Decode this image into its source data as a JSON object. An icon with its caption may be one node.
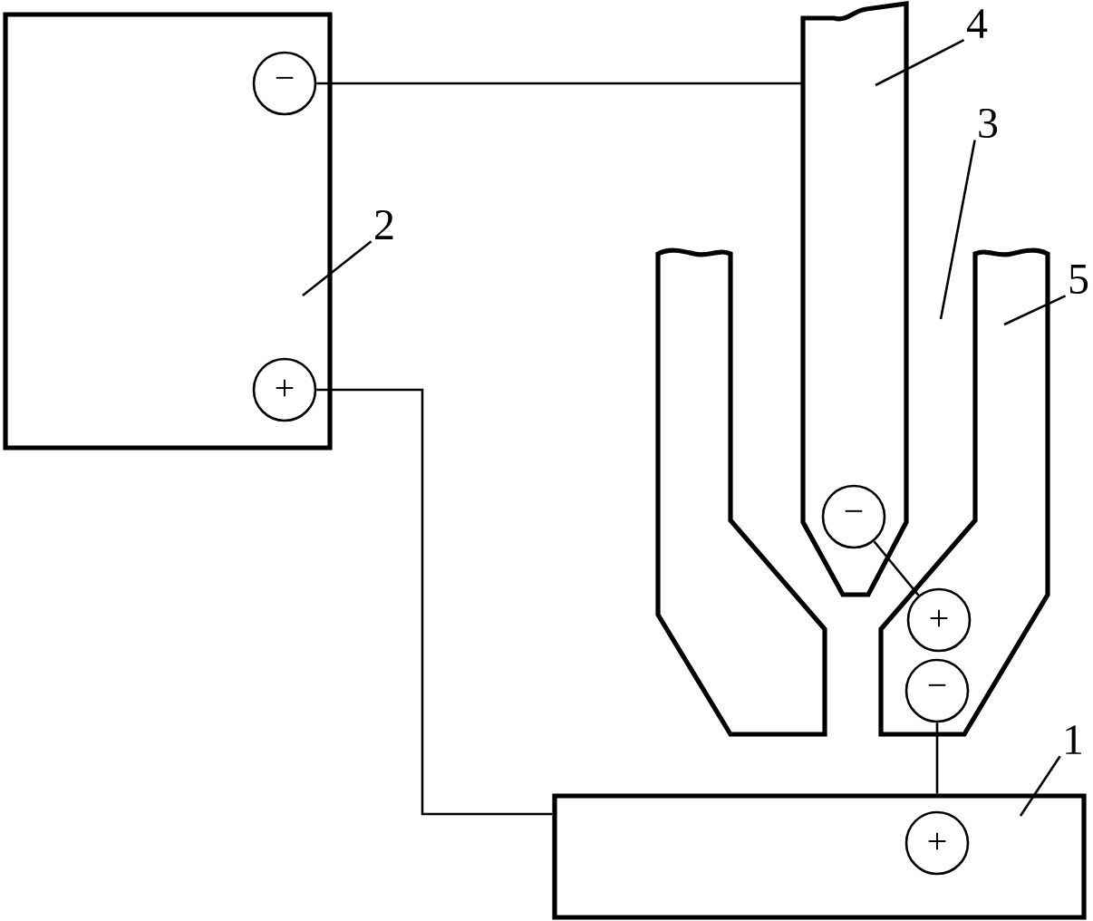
{
  "diagram": {
    "nodes": [
      {
        "text": [],
        "shape": "box"
      },
      {
        "text": [
          "−"
        ],
        "in": 0
      },
      {
        "text": [
          "+"
        ],
        "in": 0
      },
      {
        "text": [
          "2"
        ]
      },
      {
        "text": [],
        "shape": "bar"
      },
      {
        "text": [
          "−"
        ],
        "in": 4
      },
      {
        "text": [
          "4"
        ]
      },
      {
        "text": [
          "3"
        ]
      },
      {
        "text": [],
        "shape": "bar"
      },
      {
        "text": [
          "+"
        ],
        "in": 8
      },
      {
        "text": [
          "−"
        ],
        "in": 8
      },
      {
        "text": [
          "5"
        ]
      },
      {
        "text": [],
        "shape": "box"
      },
      {
        "text": [
          "+"
        ],
        "in": 12
      },
      {
        "text": [
          "1"
        ]
      }
    ],
    "edges": [
      {
        "from": 1,
        "to": 4,
        "arrow": "none"
      },
      {
        "from": 2,
        "to": 12,
        "arrow": "none"
      },
      {
        "from": 5,
        "to": 9,
        "arrow": "none"
      },
      {
        "from": 10,
        "to": 12,
        "arrow": "none"
      },
      {
        "from": 3,
        "to": 0,
        "arrow": "none"
      },
      {
        "from": 6,
        "to": 4,
        "arrow": "none"
      },
      {
        "from": 7,
        "to": null,
        "arrow": "none"
      },
      {
        "from": 11,
        "to": 8,
        "arrow": "none"
      },
      {
        "from": 14,
        "to": 12,
        "arrow": "none"
      }
    ]
  }
}
